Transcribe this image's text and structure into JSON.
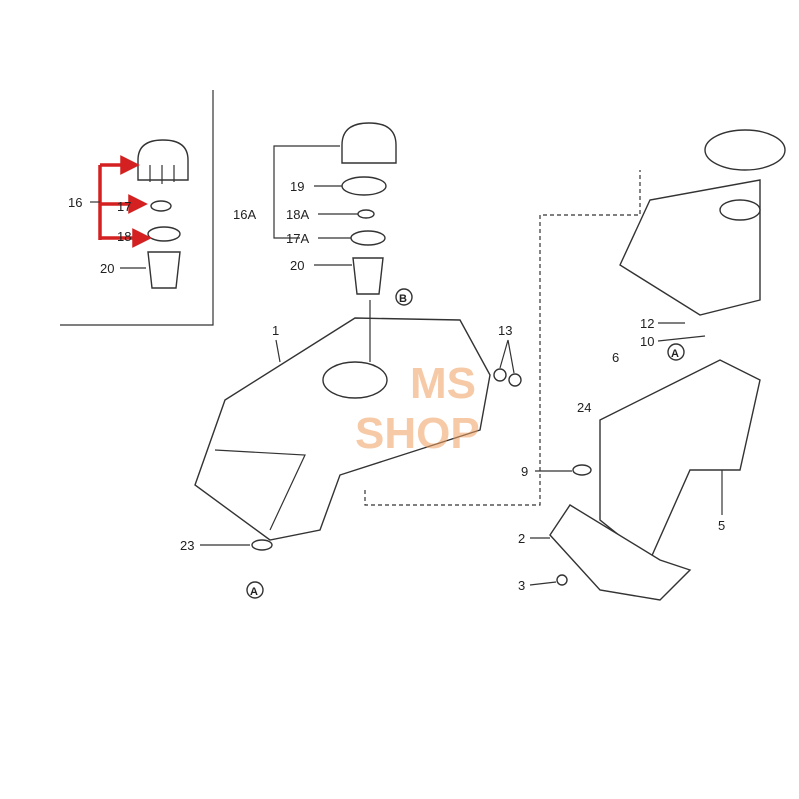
{
  "inset": {
    "group_label": "16",
    "cap_label": "17",
    "seal_label": "18",
    "strainer_label": "20",
    "arrow_color": "#d42020"
  },
  "callouts": {
    "cap_group": "16A",
    "gasket": "19",
    "washer": "18A",
    "seal": "17A",
    "strainer": "20",
    "tank_cover": "1",
    "ref_b": "B",
    "nuts": "13",
    "bolt_12": "12",
    "washer_10": "10",
    "ref_a_right": "A",
    "bolt_6": "6",
    "bolt_24": "24",
    "grommet_9": "9",
    "bracket_5": "5",
    "guard_2": "2",
    "screw_3": "3",
    "grommet_23": "23",
    "ref_a_bottom": "A"
  },
  "watermark": {
    "line1": "MS",
    "line2": "SHOP"
  }
}
